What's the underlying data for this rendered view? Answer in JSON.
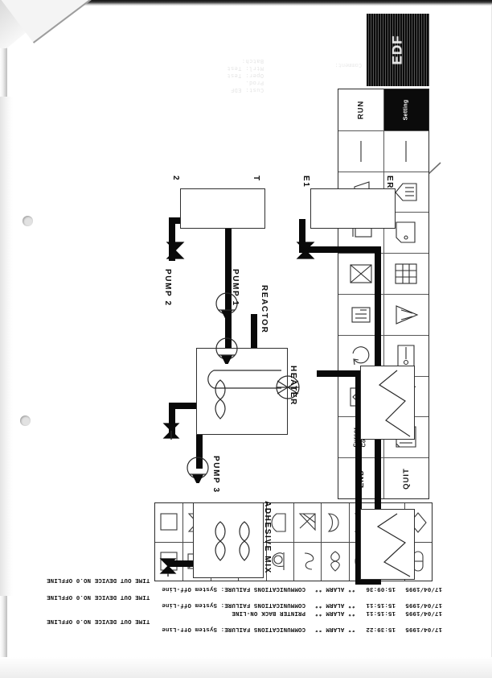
{
  "document": {
    "kind": "scanned-printout",
    "title": "ADHESIVE MIX process mimic",
    "orientation": "upside-down scan (180 degrees)"
  },
  "ghost_text": {
    "line_1": "Cust: EDF",
    "line_2": "Prod.",
    "line_3": "Oper: Test",
    "line_4": "Mtrl: Test",
    "line_5": "Batch:",
    "right_1": "Comment:"
  },
  "alarm_log": {
    "columns": [
      "date",
      "time",
      "alarm",
      "message"
    ],
    "lines": [
      {
        "date": "17/04/1995",
        "time": "15:39:22",
        "alarm": "** ALARM **",
        "message": "COMMUNICATIONS FAILURE: System Off-Line"
      },
      {
        "date": "",
        "time": "",
        "alarm": "",
        "message": "TIME OUT DEVICE NO.0 OFFLINE"
      },
      {
        "date": "17/04/1995",
        "time": "15:15:11",
        "alarm": "** ALARM **",
        "message": "PRINTER BACK ON-LINE"
      },
      {
        "date": "17/04/1995",
        "time": "15:15:11",
        "alarm": "** ALARM **",
        "message": "COMMUNICATIONS FAILURE: System Off-Line"
      },
      {
        "date": "",
        "time": "",
        "alarm": "",
        "message": "TIME OUT DEVICE NO.0 OFFLINE"
      },
      {
        "date": "17/04/1995",
        "time": "15:09:36",
        "alarm": "** ALARM **",
        "message": "COMMUNICATIONS FAILURE: System Off-Line"
      },
      {
        "date": "",
        "time": "",
        "alarm": "",
        "message": "TIME OUT DEVICE NO.0 OFFLINE"
      }
    ]
  },
  "mimic": {
    "title": "ADHESIVE MIX",
    "labels": {
      "adhesive_mix": "ADHESIVE MIX",
      "heater": "HEATER",
      "reactor": "REACTOR",
      "pump_1": "PUMP 1",
      "pump_2": "PUMP 2",
      "pump_3": "PUMP 3",
      "tank_a": "ER",
      "valve_a": "E1",
      "tank_b": "T",
      "valve_b": "2"
    }
  },
  "symbol_palette": {
    "row_1": [
      "capsule-vessel-symbol",
      "damper-valve-symbol",
      "circle-slash-vessel-symbol",
      "agitator-impeller-symbol",
      "hook-pipe-symbol",
      "blower-symbol",
      "vertical-capsule-symbol",
      "rotary-valve-symbol",
      "diagonal-damper-symbol",
      "blank-rectangle-symbol"
    ],
    "row_2": [
      "diamond-symbol",
      "circle-symbol",
      "gate-valve-symbol",
      "bowtie-curve-symbol",
      "triangle-fan-symbol",
      "d-shape-symbol",
      "triangle-symbol",
      "crossed-valve-symbol",
      "hourglass-valve-symbol",
      "blank-plate-symbol"
    ]
  },
  "tool_panel": {
    "cells": [
      {
        "name": "quit-button",
        "label": "QUIT",
        "icon": "text"
      },
      {
        "name": "end-button",
        "label": "END",
        "icon": "text"
      },
      {
        "name": "page-tool",
        "label": "",
        "icon": "page-icon"
      },
      {
        "name": "cursor-coord-tool",
        "label": "Cursor\nCo-ord",
        "icon": "text"
      },
      {
        "name": "polyline-tool",
        "label": "",
        "icon": "zigzag-icon"
      },
      {
        "name": "dimension-tool",
        "label": "",
        "icon": "dimension-box-icon"
      },
      {
        "name": "tag-tool",
        "label": "",
        "icon": "tag-icon"
      },
      {
        "name": "rotate-tool",
        "label": "",
        "icon": "rotate-arc-icon"
      },
      {
        "name": "taper-tool",
        "label": "",
        "icon": "taper-arrow-icon"
      },
      {
        "name": "text-tool",
        "label": "",
        "icon": "text-block-icon"
      },
      {
        "name": "grid-tool",
        "label": "",
        "icon": "grid-icon"
      },
      {
        "name": "delete-tool",
        "label": "",
        "icon": "cross-out-icon"
      },
      {
        "name": "note-tool",
        "label": "",
        "icon": "folded-note-icon"
      },
      {
        "name": "bar-tool",
        "label": "",
        "icon": "bar-icon"
      },
      {
        "name": "arrow-list-tool",
        "label": "",
        "icon": "arrow-list-icon"
      },
      {
        "name": "flag-tool",
        "label": "",
        "icon": "flag-icon"
      },
      {
        "name": "line-tool",
        "label": "",
        "icon": "vertical-line-icon"
      },
      {
        "name": "line-tool-2",
        "label": "",
        "icon": "vertical-line-icon"
      },
      {
        "name": "setting-button",
        "label": "Setting",
        "icon": "text",
        "inverted": true
      },
      {
        "name": "run-button",
        "label": "RUN",
        "icon": "text"
      }
    ],
    "logo": {
      "name": "vendor-logo",
      "label": "EDF"
    }
  }
}
